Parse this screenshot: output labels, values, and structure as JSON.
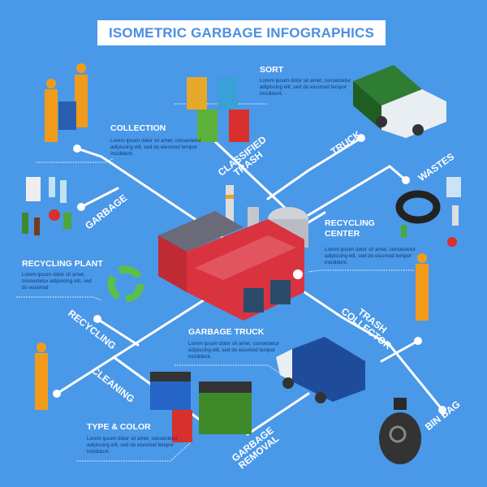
{
  "title": "ISOMETRIC GARBAGE INFOGRAPHICS",
  "lorem_short": "Lorem ipsum dolor sit amet, consectetur adipiscing elit, sed do eiusmod tempor incididunt.",
  "sections": {
    "sort": {
      "heading": "SORT",
      "text": "Lorem ipsum dolor sit amet, consectetur adipiscing elit, sed do eiusmod tempor incididunt."
    },
    "collection": {
      "heading": "COLLECTION",
      "text": "Lorem ipsum dolor sit amet, consectetur adipiscing elit, sed do eiusmod tempor incididunt."
    },
    "recycling_center": {
      "heading": "RECYCLING CENTER",
      "text": "Lorem ipsum dolor sit amet, consectetur adipiscing elit, sed do eiusmod tempor incididunt."
    },
    "recycling_plant": {
      "heading": "RECYCLING PLANT",
      "text": "Lorem ipsum dolor sit amet, consectetur adipiscing elit, sed do eiusmod"
    },
    "garbage_truck": {
      "heading": "GARBAGE TRUCK",
      "text": "Lorem ipsum dolor sit amet, consectetur adipiscing elit, sed do eiusmod tempor incididunt."
    },
    "type_color": {
      "heading": "TYPE & COLOR",
      "text": "Lorem ipsum dolor sit amet, consectetur adipiscing elit, sed do eiusmod tempor incididunt."
    }
  },
  "branch_labels": {
    "classified_trash": "CLASSIFIED TRASH",
    "truck": "TRUCK",
    "wastes": "WASTES",
    "garbage": "GARBAGE",
    "recycling": "RECYCLING",
    "cleaning": "CLEANING",
    "trash_collector": "TRASH COLLECTOR",
    "garbage_removal": "GARBAGE REMOVAL",
    "bin_bag": "BIN BAG"
  },
  "colors": {
    "background": "#4a98e8",
    "title_text": "#4a8fe0",
    "body_text": "#123a73",
    "factory": "#d9333f",
    "recycle_green": "#5cbf4a"
  }
}
